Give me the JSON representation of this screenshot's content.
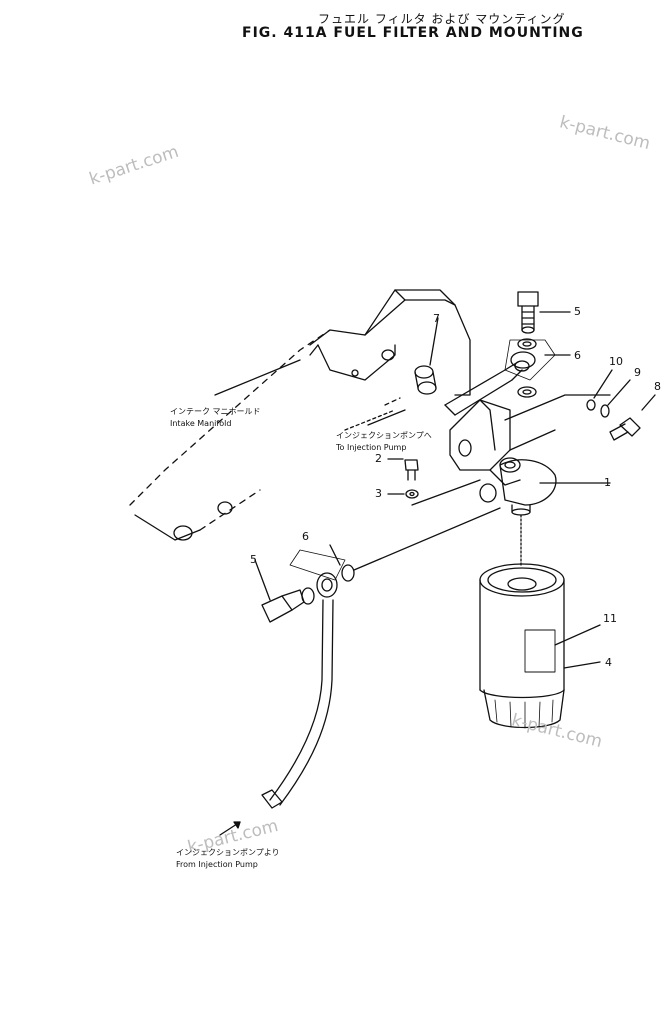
{
  "title": {
    "japanese": "フュエル フィルタ および マウンティング",
    "english": "FIG. 411A   FUEL FILTER AND MOUNTING"
  },
  "watermarks": [
    "k-part.com",
    "k-part.com",
    "k-part.com",
    "k-part.com"
  ],
  "callouts": {
    "intake_jp": "インテーク マニホールド",
    "intake_en": "Intake Manifold",
    "to_pump_jp": "インジェクションポンプへ",
    "to_pump_en": "To Injection Pump",
    "from_pump_jp": "インジェクションポンプより",
    "from_pump_en": "From Injection Pump"
  },
  "part_numbers": {
    "p1": "1",
    "p2": "2",
    "p3": "3",
    "p4": "4",
    "p5a": "5",
    "p5b": "5",
    "p6a": "6",
    "p6b": "6",
    "p7": "7",
    "p8": "8",
    "p9": "9",
    "p10": "10",
    "p11": "11"
  },
  "colors": {
    "line": "#111111",
    "watermark": "#bdbdbd"
  }
}
